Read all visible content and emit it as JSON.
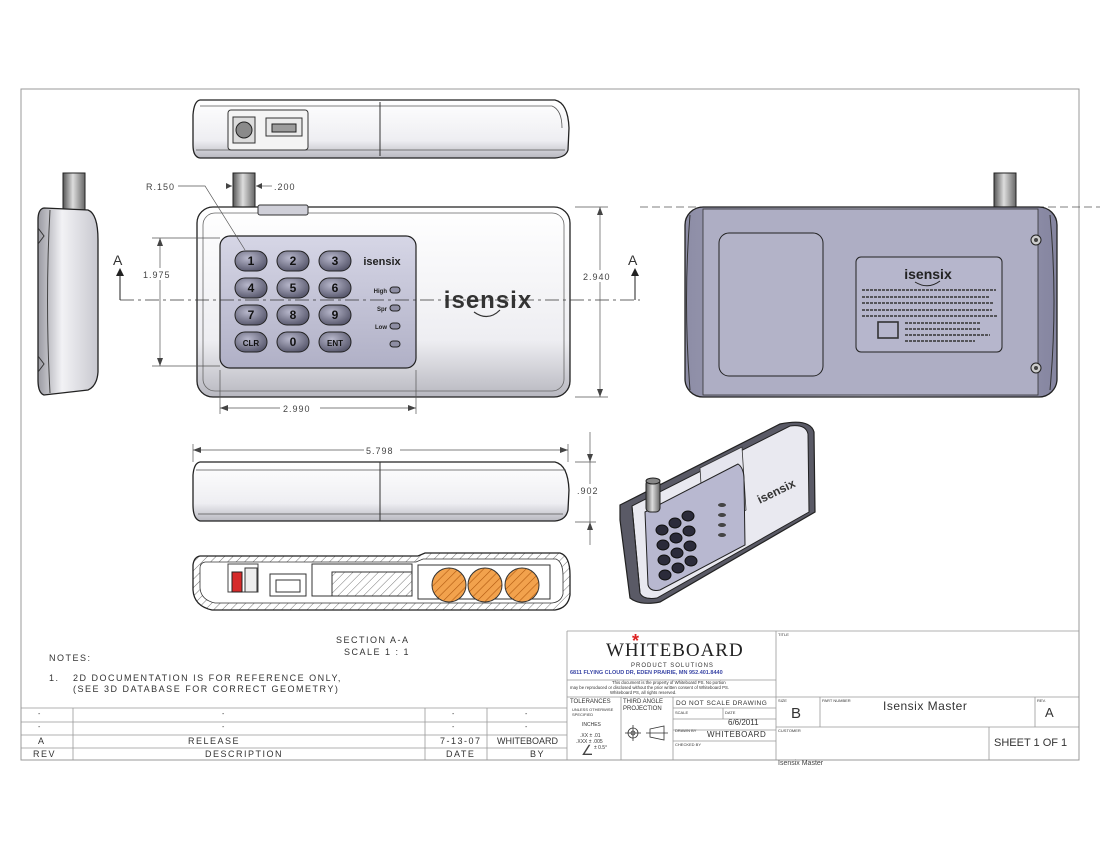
{
  "dimensions": {
    "radius": "R.150",
    "antenna_offset": ".200",
    "keypad_height": "1.975",
    "body_height": "2.940",
    "keypad_width": "2.990",
    "overall_length": "5.798",
    "thickness": ".902"
  },
  "section_markers": {
    "left": "A",
    "right": "A"
  },
  "device": {
    "brand": "isensix",
    "keys": [
      "1",
      "2",
      "3",
      "4",
      "5",
      "6",
      "7",
      "8",
      "9",
      "CLR",
      "0",
      "ENT"
    ],
    "indicators": [
      "High",
      "Spr",
      "Low",
      ""
    ],
    "back_label_brand": "isensix"
  },
  "section_view": {
    "title": "SECTION A-A",
    "scale": "SCALE 1 : 1"
  },
  "notes": {
    "heading": "NOTES:",
    "items": [
      {
        "num": "1.",
        "line1": "2D DOCUMENTATION IS FOR REFERENCE ONLY,",
        "line2": "(SEE 3D DATABASE FOR CORRECT GEOMETRY)"
      }
    ]
  },
  "revision_table": {
    "rows": [
      {
        "rev": "-",
        "desc": "-",
        "date": "-",
        "by": "-"
      },
      {
        "rev": "-",
        "desc": "-",
        "date": "-",
        "by": "-"
      },
      {
        "rev": "A",
        "desc": "RELEASE",
        "date": "7-13-07",
        "by": "WHITEBOARD"
      }
    ],
    "headers": {
      "rev": "REV",
      "desc": "DESCRIPTION",
      "date": "DATE",
      "by": "BY"
    }
  },
  "title_block": {
    "logo": "WHITEBOARD",
    "logo_sub": "PRODUCT SOLUTIONS",
    "address": "6811 FLYING CLOUD DR, EDEN PRAIRIE, MN 952.401.8440",
    "notice1": "This document is the property of Whiteboard PS. No portion",
    "notice2": "may be reproduced or disclosed without the prior written consent of Whiteboard PS.",
    "notice3": "Whiteboard PS, all rights reserved.",
    "tolerances_label": "TOLERANCES",
    "tolerances_sub": "UNLESS OTHERWISE SPECIFIED",
    "inches": "INCHES",
    "tol_xx": ".XX ± .01",
    "tol_xxx": ".XXX ± .005",
    "tol_ang": "± 0.5°",
    "projection_label": "THIRD ANGLE PROJECTION",
    "do_not_scale": "DO NOT SCALE DRAWING",
    "scale_label": "SCALE",
    "scale_value": "",
    "date_label": "DATE",
    "date_value": "6/6/2011",
    "drawn_by_label": "DRAWN BY",
    "drawn_by": "WHITEBOARD",
    "checked_by_label": "CHECKED BY",
    "title_label": "TITLE",
    "size_label": "SIZE",
    "size": "B",
    "part_number_label": "PART NUMBER",
    "part_number": "Isensix Master",
    "rev_label": "REV.",
    "rev": "A",
    "customer_label": "CUSTOMER",
    "sheet": "SHEET 1 OF 1",
    "file_name": "Isensix Master"
  }
}
